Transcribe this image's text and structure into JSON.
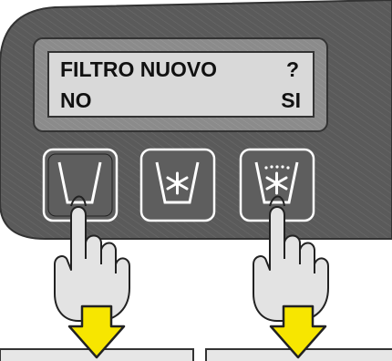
{
  "display": {
    "line1_left": "FILTRO NUOVO",
    "line1_right": "?",
    "line2_left": "NO",
    "line2_right": "SI"
  },
  "buttons": [
    {
      "icon": "cup-icon",
      "pressed": true
    },
    {
      "icon": "cup-star-icon",
      "pressed": false
    },
    {
      "icon": "cup-star-steam-icon",
      "pressed": true
    }
  ],
  "colors": {
    "panel": "#5b5b5b",
    "bezel": "#8a8a8a",
    "lcd": "#d9d9d9",
    "arrow": "#f7e600",
    "hand": "#e3e3e3"
  }
}
